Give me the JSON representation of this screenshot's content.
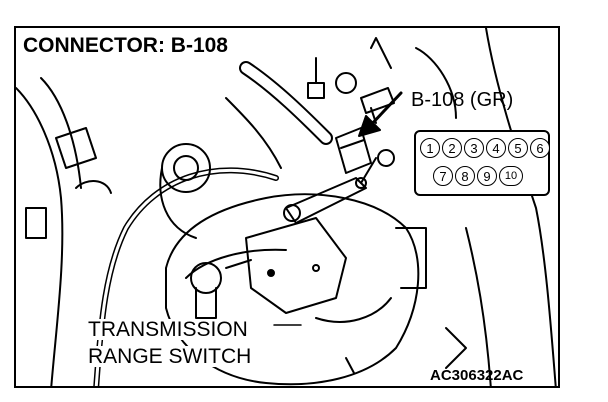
{
  "figure": {
    "title": "CONNECTOR: B-108",
    "connector_label": "B-108 (GR)",
    "component_label_line1": "TRANSMISSION",
    "component_label_line2": "RANGE SWITCH",
    "figure_code": "AC306322AC"
  },
  "connector_pins": {
    "row_top": [
      "1",
      "2",
      "3",
      "4",
      "5",
      "6"
    ],
    "row_bottom": [
      "7",
      "8",
      "9",
      "10"
    ]
  },
  "colors": {
    "line": "#000000",
    "background": "#ffffff"
  }
}
